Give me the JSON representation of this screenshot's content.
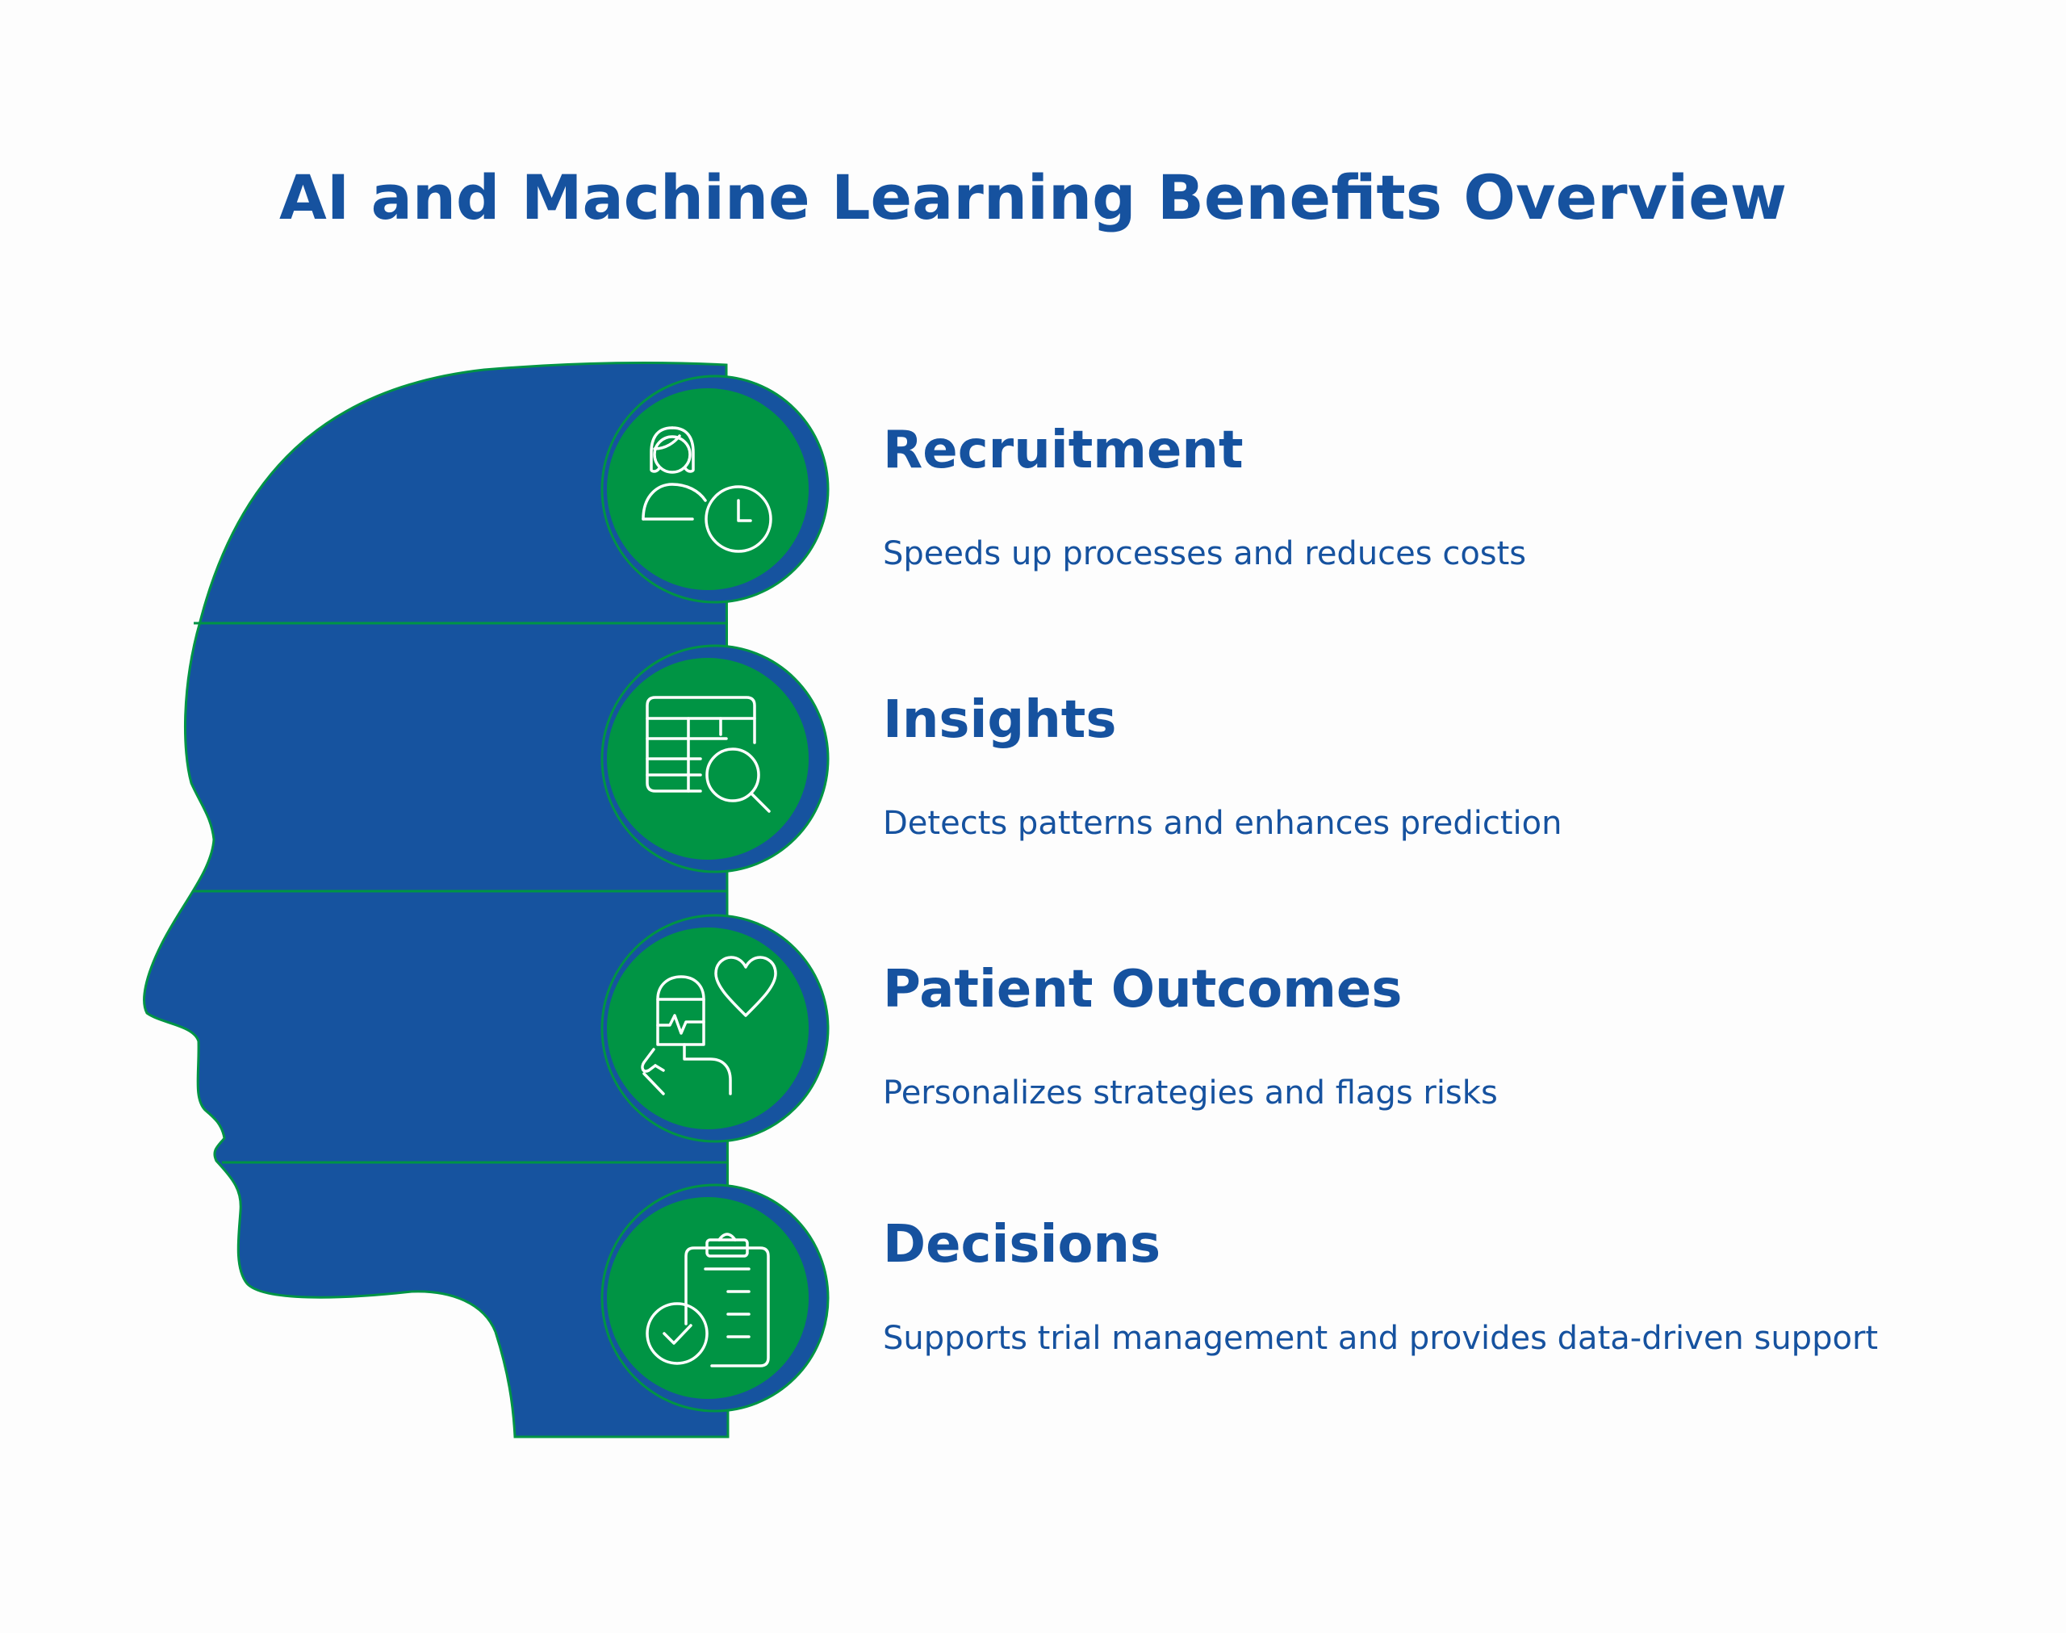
{
  "title": "AI and Machine Learning Benefits Overview",
  "colors": {
    "head": "#16539f",
    "circle": "#009444",
    "outline": "#009444",
    "text": "#16529f",
    "background": "#fdfdfd",
    "icon_stroke": "#ffffff"
  },
  "items": [
    {
      "heading": "Recruitment",
      "description": "Speeds up processes and reduces costs",
      "icon": "person-clock-icon"
    },
    {
      "heading": "Insights",
      "description": "Detects patterns and enhances prediction",
      "icon": "table-search-icon"
    },
    {
      "heading": "Patient Outcomes",
      "description": "Personalizes strategies and flags risks",
      "icon": "hand-heart-monitor-icon"
    },
    {
      "heading": "Decisions",
      "description": "Supports trial management and provides data-driven support",
      "icon": "clipboard-check-icon"
    }
  ]
}
